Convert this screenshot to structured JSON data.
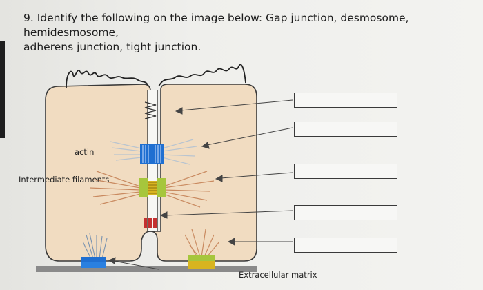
{
  "question": {
    "line1": "9. Identify the following on the image below: Gap junction, desmosome, hemidesmosome,",
    "line2": "adherens junction, tight junction."
  },
  "labels": {
    "actin": "actin",
    "intermediate_filaments": "Intermediate filaments",
    "extracellular_matrix": "Extracellular matrix"
  },
  "answer_boxes": [
    "",
    "",
    "",
    "",
    ""
  ],
  "colors": {
    "cell": "#f0dcc0",
    "cell_outline": "#3a3a3a",
    "adherens": "#1f6fd1",
    "desmosome": "#9fc43a",
    "hemidesmosome": "#1f6fd1",
    "matrix": "#888888"
  }
}
